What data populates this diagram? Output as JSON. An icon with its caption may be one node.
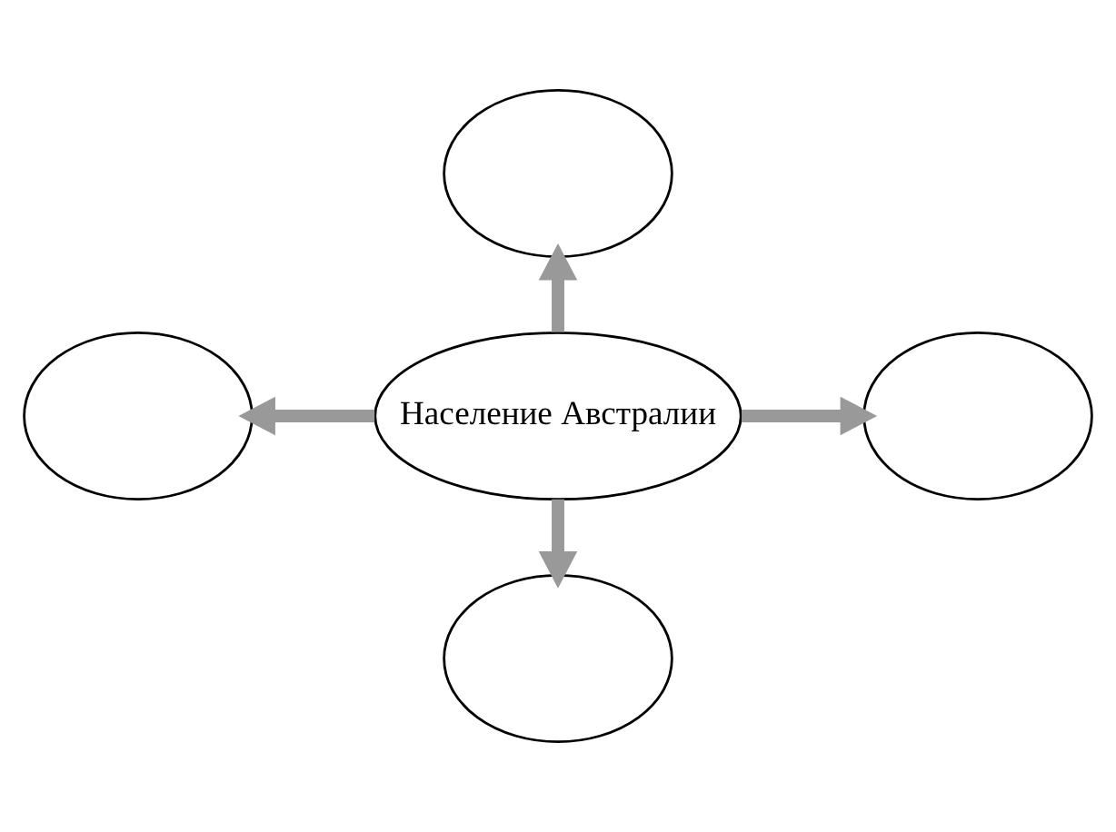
{
  "diagram": {
    "nodes": [
      {
        "text": [],
        "shape": "ellipse"
      },
      {
        "text": [],
        "shape": "ellipse"
      },
      {
        "text": [
          "Население Австралии"
        ]
      },
      {
        "text": [],
        "shape": "ellipse"
      },
      {
        "text": [],
        "shape": "ellipse"
      }
    ],
    "edges": [
      {
        "from": 2,
        "to": 0,
        "arrow": "to"
      },
      {
        "from": 2,
        "to": 1,
        "arrow": "to"
      },
      {
        "from": 2,
        "to": 3,
        "arrow": "to"
      },
      {
        "from": 2,
        "to": 4,
        "arrow": "to"
      }
    ]
  }
}
